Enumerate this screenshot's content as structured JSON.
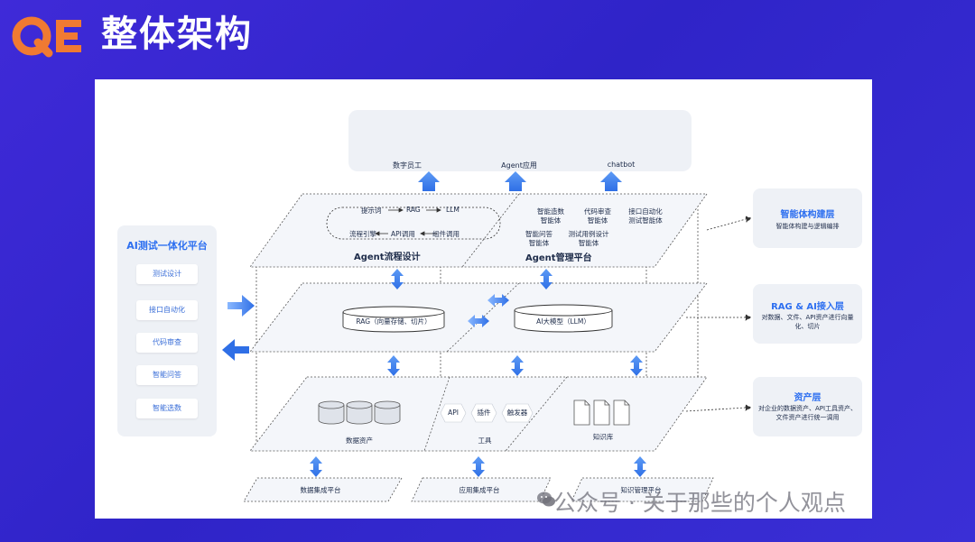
{
  "header": {
    "logo_text": "QE",
    "title": "整体架构"
  },
  "colors": {
    "background": "#3a2fd6",
    "logo_orange": "#f07a32",
    "accent_blue": "#2d6ff0",
    "text_dark": "#1e2c4a"
  },
  "sidebar": {
    "title": "AI测试一体化平台",
    "items": [
      {
        "label": "测试设计"
      },
      {
        "label": "接口自动化"
      },
      {
        "label": "代码审查"
      },
      {
        "label": "智能问答"
      },
      {
        "label": "智能选数"
      }
    ]
  },
  "apps": {
    "items": [
      {
        "label": "数字员工",
        "icon": "user-id-icon"
      },
      {
        "label": "Agent应用",
        "icon": "cube-icon"
      },
      {
        "label": "chatbot",
        "icon": "chat-icon"
      }
    ]
  },
  "agent_flow": {
    "title": "Agent流程设计",
    "top_chain": [
      "提示词",
      "RAG",
      "LLM"
    ],
    "bottom_chain": [
      "流程引擎",
      "API调用",
      "组件调用"
    ]
  },
  "agent_mgmt": {
    "title": "Agent管理平台",
    "agents": [
      {
        "line1": "智能造数",
        "line2": "智能体"
      },
      {
        "line1": "代码审查",
        "line2": "智能体"
      },
      {
        "line1": "接口自动化",
        "line2": "测试智能体"
      },
      {
        "line1": "智能问答",
        "line2": "智能体"
      },
      {
        "line1": "测试用例设计",
        "line2": "智能体"
      }
    ]
  },
  "rag_layer": {
    "rag": "RAG（向量存储、切片）",
    "llm": "AI大模型（LLM）"
  },
  "asset_layer": {
    "data_assets": "数据资产",
    "tools_label": "工具",
    "tools": [
      "API",
      "插件",
      "触发器"
    ],
    "knowledge": "知识库"
  },
  "bottom_platforms": [
    "数据集成平台",
    "应用集成平台",
    "知识管理平台"
  ],
  "right_layers": [
    {
      "title": "智能体构建层",
      "desc": "智能体构建与逻辑编排"
    },
    {
      "title": "RAG & AI接入层",
      "desc": "对数据、文件、API资产进行向量化、切片"
    },
    {
      "title": "资产层",
      "desc": "对企业的数据资产、API工具资产、文件资产进行统一调用"
    }
  ],
  "watermark": "公众号 · 关于那些的个人观点"
}
